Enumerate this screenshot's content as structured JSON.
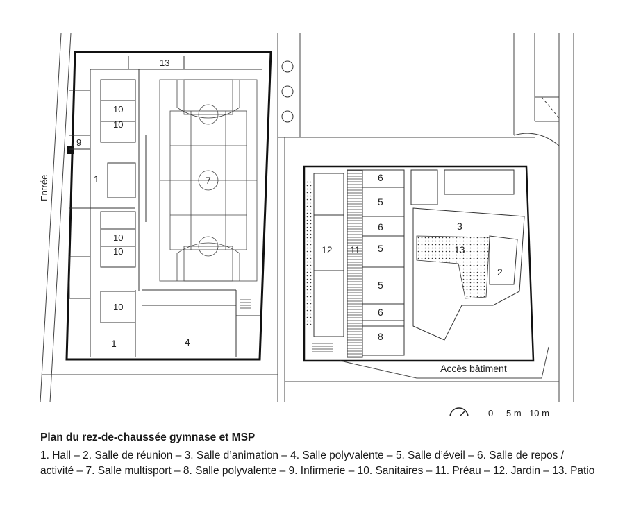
{
  "plan": {
    "entrance_label": "Entrée",
    "building_access_label": "Accès bâtiment",
    "room_numbers": {
      "gym_13": "13",
      "gym_10a": "10",
      "gym_10b": "10",
      "gym_9": "9",
      "gym_1_hall": "1",
      "gym_7": "7",
      "gym_10c": "10",
      "gym_10d": "10",
      "gym_10e": "10",
      "gym_1b": "1",
      "gym_4": "4",
      "msp_6a": "6",
      "msp_5a": "5",
      "msp_6b": "6",
      "msp_12": "12",
      "msp_11": "11",
      "msp_5b": "5",
      "msp_5c": "5",
      "msp_6c": "6",
      "msp_8": "8",
      "msp_3": "3",
      "msp_13": "13",
      "msp_2": "2"
    },
    "scale": {
      "zero": "0",
      "five": "5 m",
      "ten": "10 m"
    }
  },
  "caption": {
    "title": "Plan du rez-de-chaussée gymnase et MSP",
    "legend": "1. Hall – 2. Salle de réunion – 3. Salle d’animation – 4. Salle polyvalente – 5. Salle d’éveil – 6. Salle de repos / activité – 7. Salle multisport – 8. Salle polyvalente – 9. Infirmerie – 10. Sanitaires – 11. Préau – 12. Jardin – 13. Patio"
  }
}
